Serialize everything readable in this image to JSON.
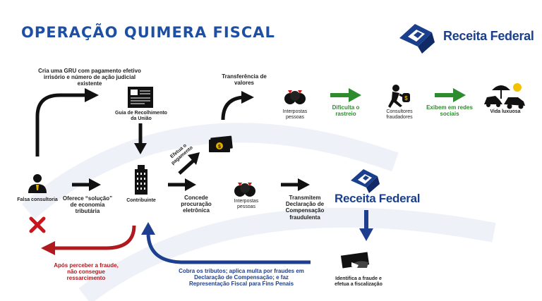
{
  "title": "OPERAÇÃO QUIMERA FISCAL",
  "logo_text": "Receita Federal",
  "nodes": {
    "falsa_consultoria": "Falsa consultoria",
    "oferece": "Oferece “solução” de economia tributária",
    "contribuinte": "Contribuinte",
    "guia": "Guia de Recolhimento da União",
    "gru_text": "Cria uma GRU com pagamento efetivo irrisório e número de ação judicial existente",
    "efetua_pagamento": "Efetua o pagamento",
    "concede": "Concede procuração eletrônica",
    "interpostas_1": "Interpostas pessoas",
    "transmitem": "Transmitem Declaração de Compensação fraudulenta",
    "transferencia": "Transferência de valores",
    "interpostas_2": "Interpostas pessoas",
    "dificulta": "Dificulta o rastreio",
    "consultores": "Consultores fraudadores",
    "exibem": "Exibem em redes sociais",
    "vida_luxuosa": "Vida luxuosa",
    "identifica": "Identifica a fraude e efetua a fiscalização",
    "cobra": "Cobra os tributos; aplica multa por fraudes em Declaração de Compensação; e faz Representação Fiscal para Fins Penais",
    "apos": "Após perceber a fraude, não consegue ressarcimento"
  },
  "colors": {
    "title": "#1e4fa3",
    "green": "#2e8b2e",
    "red": "#b0191e",
    "blue": "#1e3f8f"
  }
}
